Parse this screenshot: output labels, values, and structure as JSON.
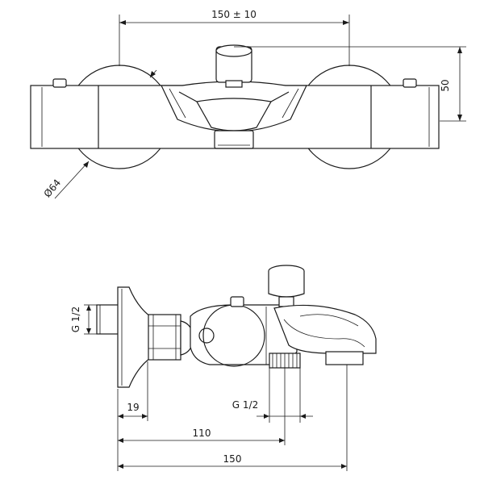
{
  "top_view": {
    "dim_width": "150 ± 10",
    "dim_height": "50",
    "dim_diameter": "Ø64"
  },
  "side_view": {
    "dim_inlet_thread": "G 1/2",
    "dim_outlet_thread": "G 1/2",
    "dim_19": "19",
    "dim_110": "110",
    "dim_150": "150"
  }
}
